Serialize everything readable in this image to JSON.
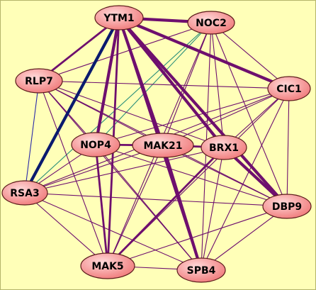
{
  "colors": {
    "background": "#ffffb8",
    "frame": "#b4b46a",
    "node_fill_light": "#ffd9d9",
    "node_fill_dark": "#f07a7a",
    "node_stroke": "#5a1a1a",
    "edge_purple": "#6e0f6e",
    "edge_thin_purple": "#7a2a8a",
    "edge_navy": "#0a1a6e",
    "edge_teal": "#2a8f7a",
    "edge_blue": "#2a2aa8"
  },
  "nodes": [
    {
      "id": "YTM1",
      "label": "YTM1"
    },
    {
      "id": "NOC2",
      "label": "NOC2"
    },
    {
      "id": "RLP7",
      "label": "RLP7"
    },
    {
      "id": "CIC1",
      "label": "CIC1"
    },
    {
      "id": "NOP4",
      "label": "NOP4"
    },
    {
      "id": "MAK21",
      "label": "MAK21"
    },
    {
      "id": "BRX1",
      "label": "BRX1"
    },
    {
      "id": "RSA3",
      "label": "RSA3"
    },
    {
      "id": "DBP9",
      "label": "DBP9"
    },
    {
      "id": "MAK5",
      "label": "MAK5"
    },
    {
      "id": "SPB4",
      "label": "SPB4"
    }
  ],
  "edges": [
    {
      "source": "YTM1",
      "target": "NOC2",
      "weight": "thick",
      "color": "purple"
    },
    {
      "source": "YTM1",
      "target": "CIC1",
      "weight": "thick",
      "color": "purple"
    },
    {
      "source": "YTM1",
      "target": "BRX1",
      "weight": "thick",
      "color": "purple"
    },
    {
      "source": "YTM1",
      "target": "DBP9",
      "weight": "thick",
      "color": "purple"
    },
    {
      "source": "YTM1",
      "target": "MAK21",
      "weight": "thick",
      "color": "purple"
    },
    {
      "source": "YTM1",
      "target": "NOP4",
      "weight": "thick",
      "color": "purple"
    },
    {
      "source": "YTM1",
      "target": "RSA3",
      "weight": "thick",
      "color": "navy"
    },
    {
      "source": "YTM1",
      "target": "RLP7",
      "weight": "medium",
      "color": "purple"
    },
    {
      "source": "YTM1",
      "target": "MAK5",
      "weight": "medium",
      "color": "purple"
    },
    {
      "source": "YTM1",
      "target": "SPB4",
      "weight": "medium",
      "color": "purple"
    },
    {
      "source": "NOC2",
      "target": "CIC1",
      "weight": "thin",
      "color": "purple"
    },
    {
      "source": "NOC2",
      "target": "RLP7",
      "weight": "thin",
      "color": "purple"
    },
    {
      "source": "NOC2",
      "target": "NOP4",
      "weight": "thin",
      "color": "teal"
    },
    {
      "source": "NOC2",
      "target": "MAK21",
      "weight": "thin",
      "color": "purple"
    },
    {
      "source": "NOC2",
      "target": "BRX1",
      "weight": "thin",
      "color": "purple"
    },
    {
      "source": "NOC2",
      "target": "RSA3",
      "weight": "thin",
      "color": "teal"
    },
    {
      "source": "NOC2",
      "target": "DBP9",
      "weight": "thin",
      "color": "purple"
    },
    {
      "source": "NOC2",
      "target": "MAK5",
      "weight": "thin",
      "color": "purple"
    },
    {
      "source": "NOC2",
      "target": "SPB4",
      "weight": "thin",
      "color": "purple"
    },
    {
      "source": "RLP7",
      "target": "CIC1",
      "weight": "thin",
      "color": "purple"
    },
    {
      "source": "RLP7",
      "target": "NOP4",
      "weight": "thin",
      "color": "purple"
    },
    {
      "source": "RLP7",
      "target": "MAK21",
      "weight": "thin",
      "color": "purple"
    },
    {
      "source": "RLP7",
      "target": "BRX1",
      "weight": "thin",
      "color": "purple"
    },
    {
      "source": "RLP7",
      "target": "RSA3",
      "weight": "thin",
      "color": "blue"
    },
    {
      "source": "RLP7",
      "target": "DBP9",
      "weight": "thin",
      "color": "purple"
    },
    {
      "source": "RLP7",
      "target": "MAK5",
      "weight": "thin",
      "color": "purple"
    },
    {
      "source": "RLP7",
      "target": "SPB4",
      "weight": "thin",
      "color": "purple"
    },
    {
      "source": "CIC1",
      "target": "NOP4",
      "weight": "thin",
      "color": "purple"
    },
    {
      "source": "CIC1",
      "target": "MAK21",
      "weight": "thin",
      "color": "purple"
    },
    {
      "source": "CIC1",
      "target": "BRX1",
      "weight": "thin",
      "color": "purple"
    },
    {
      "source": "CIC1",
      "target": "RSA3",
      "weight": "thin",
      "color": "purple"
    },
    {
      "source": "CIC1",
      "target": "DBP9",
      "weight": "thin",
      "color": "purple"
    },
    {
      "source": "CIC1",
      "target": "MAK5",
      "weight": "thin",
      "color": "purple"
    },
    {
      "source": "CIC1",
      "target": "SPB4",
      "weight": "thin",
      "color": "purple"
    },
    {
      "source": "NOP4",
      "target": "MAK21",
      "weight": "medium",
      "color": "purple"
    },
    {
      "source": "NOP4",
      "target": "BRX1",
      "weight": "thin",
      "color": "purple"
    },
    {
      "source": "NOP4",
      "target": "RSA3",
      "weight": "thin",
      "color": "purple"
    },
    {
      "source": "NOP4",
      "target": "DBP9",
      "weight": "thin",
      "color": "purple"
    },
    {
      "source": "NOP4",
      "target": "MAK5",
      "weight": "medium",
      "color": "purple"
    },
    {
      "source": "NOP4",
      "target": "SPB4",
      "weight": "thin",
      "color": "purple"
    },
    {
      "source": "MAK21",
      "target": "BRX1",
      "weight": "medium",
      "color": "purple"
    },
    {
      "source": "MAK21",
      "target": "RSA3",
      "weight": "thin",
      "color": "purple"
    },
    {
      "source": "MAK21",
      "target": "DBP9",
      "weight": "thin",
      "color": "purple"
    },
    {
      "source": "MAK21",
      "target": "MAK5",
      "weight": "thin",
      "color": "purple"
    },
    {
      "source": "MAK21",
      "target": "SPB4",
      "weight": "thick",
      "color": "purple"
    },
    {
      "source": "BRX1",
      "target": "RSA3",
      "weight": "thin",
      "color": "purple"
    },
    {
      "source": "BRX1",
      "target": "DBP9",
      "weight": "thick",
      "color": "purple"
    },
    {
      "source": "BRX1",
      "target": "MAK5",
      "weight": "medium",
      "color": "purple"
    },
    {
      "source": "BRX1",
      "target": "SPB4",
      "weight": "thin",
      "color": "purple"
    },
    {
      "source": "RSA3",
      "target": "DBP9",
      "weight": "thin",
      "color": "purple"
    },
    {
      "source": "RSA3",
      "target": "MAK5",
      "weight": "thin",
      "color": "purple"
    },
    {
      "source": "RSA3",
      "target": "SPB4",
      "weight": "thin",
      "color": "purple"
    },
    {
      "source": "DBP9",
      "target": "MAK5",
      "weight": "thin",
      "color": "purple"
    },
    {
      "source": "DBP9",
      "target": "SPB4",
      "weight": "thin",
      "color": "purple"
    },
    {
      "source": "MAK5",
      "target": "SPB4",
      "weight": "thin",
      "color": "purple"
    }
  ]
}
